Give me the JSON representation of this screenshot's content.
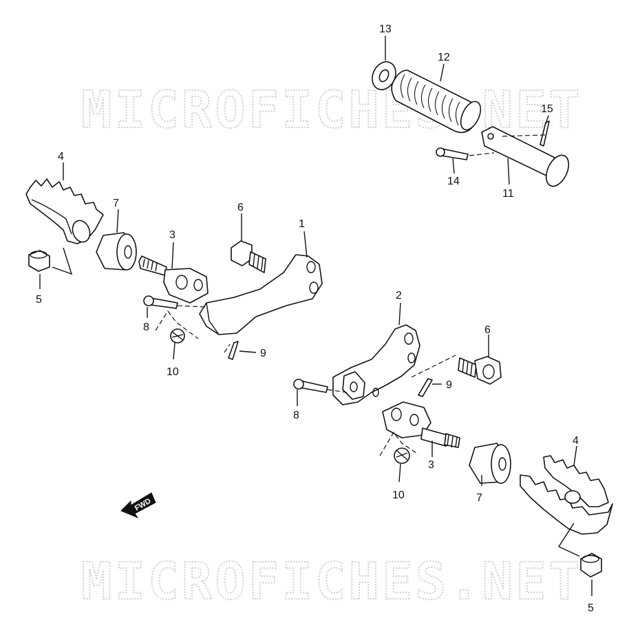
{
  "watermark": "MICROFICHES.NET",
  "fwd_label": "FWD",
  "callouts": {
    "c1": "1",
    "c2": "2",
    "c3a": "3",
    "c3b": "3",
    "c4a": "4",
    "c4b": "4",
    "c5a": "5",
    "c5b": "5",
    "c6a": "6",
    "c6b": "6",
    "c7a": "7",
    "c7b": "7",
    "c8a": "8",
    "c8b": "8",
    "c9a": "9",
    "c9b": "9",
    "c10a": "10",
    "c10b": "10",
    "c11": "11",
    "c12": "12",
    "c13": "13",
    "c14": "14",
    "c15": "15"
  }
}
